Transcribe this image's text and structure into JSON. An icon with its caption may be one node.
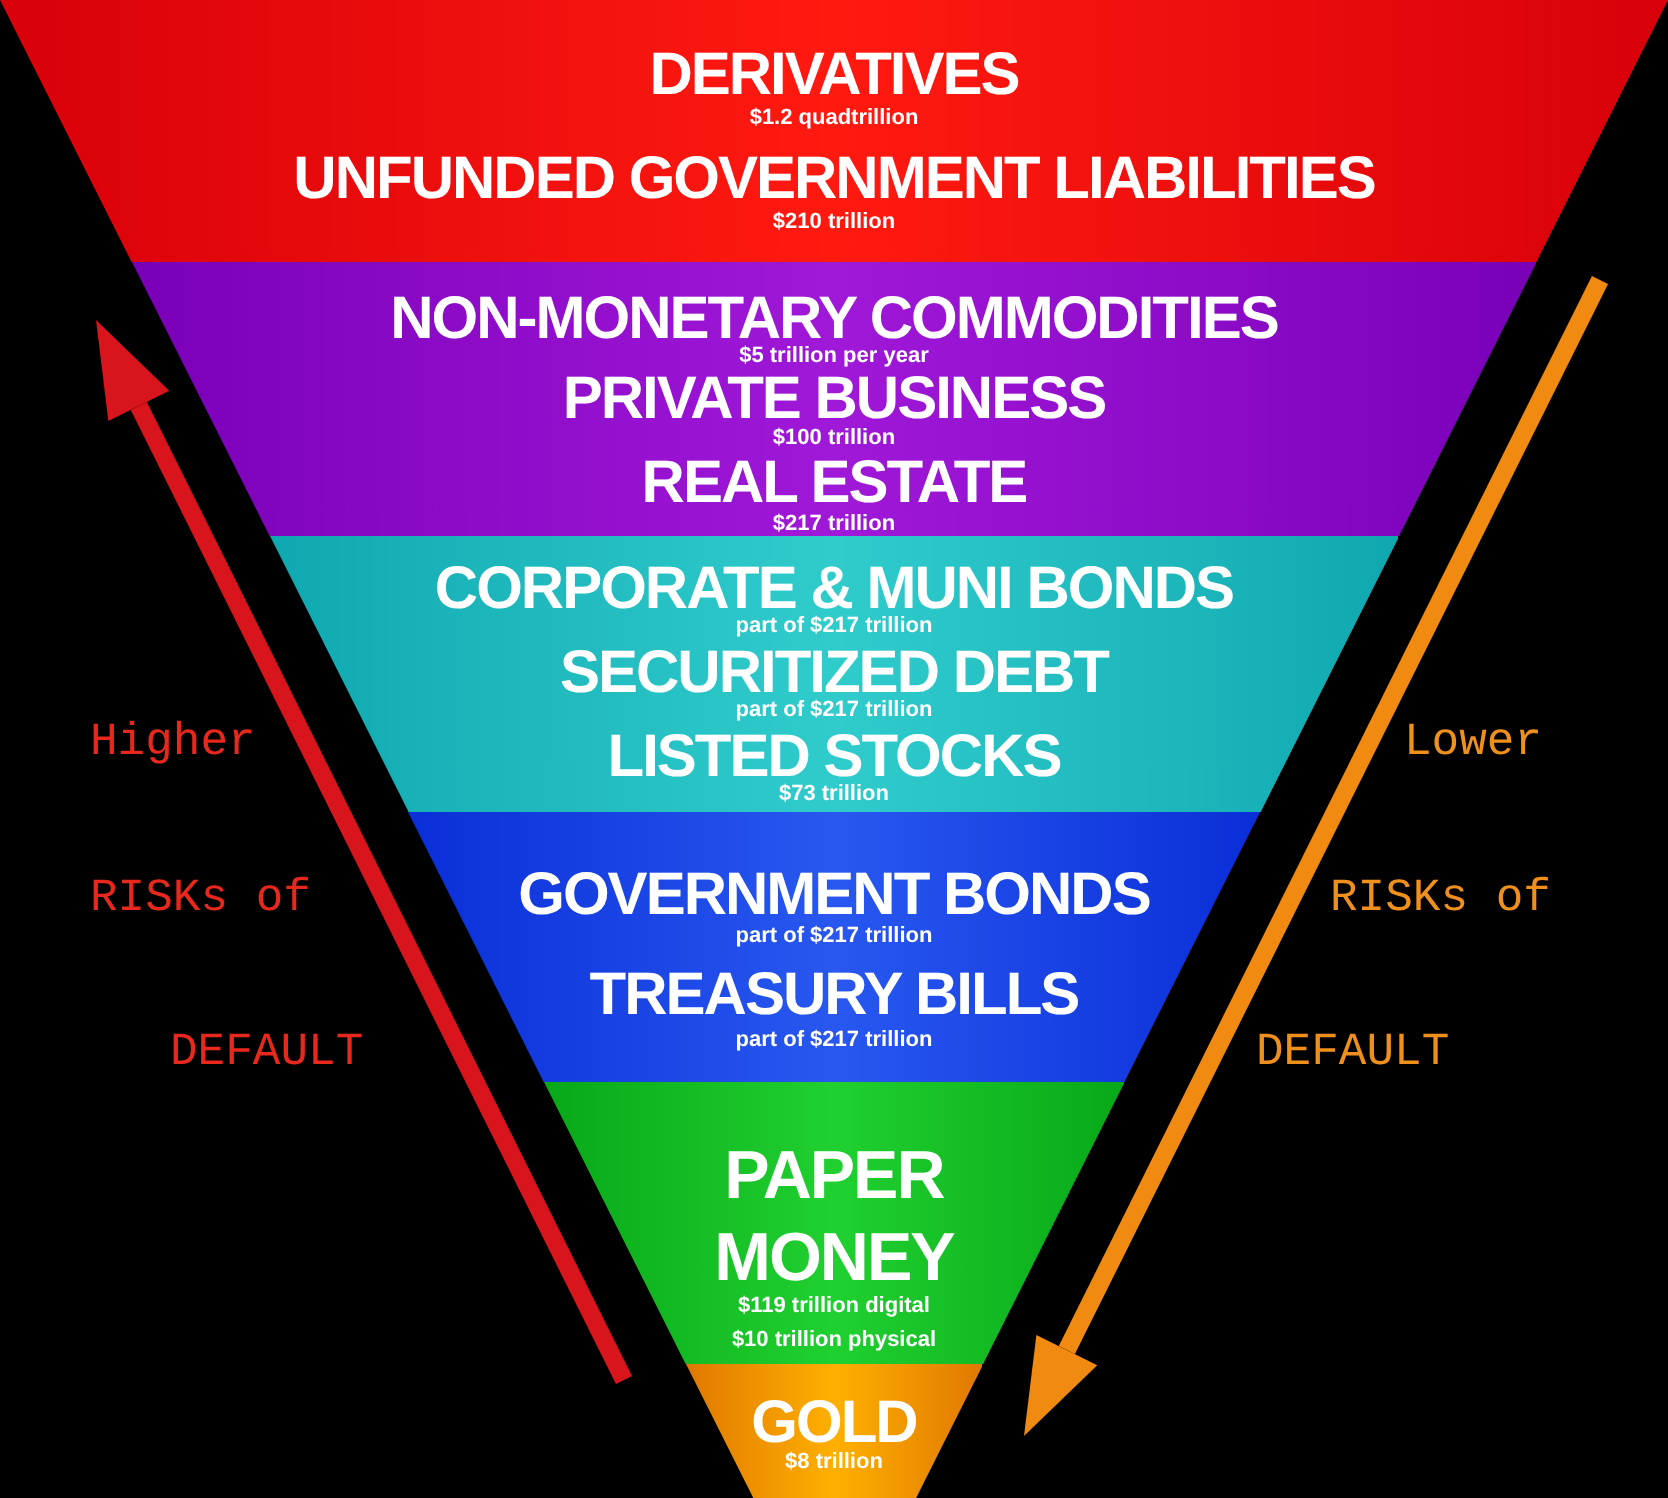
{
  "diagram": {
    "nodes": [
      {
        "text": [
          "DERIVATIVES",
          "$1.2 quadtrillion",
          "UNFUNDED GOVERNMENT LIABILITIES",
          "$210 trillion"
        ]
      },
      {
        "text": [
          "NON-MONETARY COMMODITIES",
          "$5 trillion per year",
          "PRIVATE BUSINESS",
          "$100 trillion",
          "REAL ESTATE",
          "$217 trillion"
        ]
      },
      {
        "text": [
          "CORPORATE & MUNI BONDS",
          "part of $217 trillion",
          "SECURITIZED DEBT",
          "part of $217 trillion",
          "LISTED STOCKS",
          "$73 trillion"
        ]
      },
      {
        "text": [
          "GOVERNMENT BONDS",
          "part of $217 trillion",
          "TREASURY BILLS",
          "part of $217 trillion"
        ]
      },
      {
        "text": [
          "PAPER MONEY",
          "$119 trillion digital",
          "$10 trillion physical"
        ]
      },
      {
        "text": [
          "GOLD",
          "$8 trillion"
        ]
      }
    ],
    "labels": [
      "Higher",
      "Lower",
      "RISKs of",
      "RISKs of",
      "DEFAULT",
      "DEFAULT"
    ]
  }
}
